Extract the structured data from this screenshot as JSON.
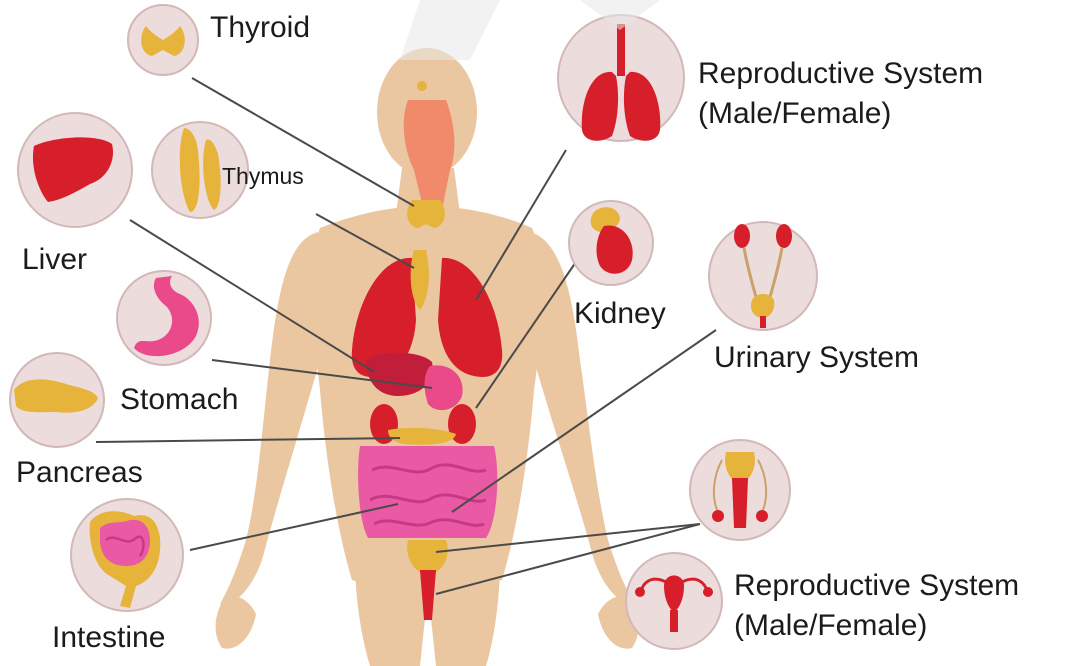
{
  "labels": {
    "thyroid": "Thyroid",
    "thymus": "Thymus",
    "liver": "Liver",
    "stomach": "Stomach",
    "pancreas": "Pancreas",
    "intestine": "Intestine",
    "kidney": "Kidney",
    "urinary": "Urinary System",
    "reproductive_top": {
      "line1": "Reproductive System",
      "line2": "(Male/Female)"
    },
    "reproductive_bottom": {
      "line1": "Reproductive System",
      "line2": "(Male/Female)"
    }
  },
  "colors": {
    "background": "#ffffff",
    "skin": "#eac7a0",
    "circle_fill": "#ecdcdc",
    "circle_stroke": "#d2b8b8",
    "connector": "#4a4a4a",
    "organ_red": "#d71f2b",
    "gland_yellow": "#e6b43a",
    "intestine_pink": "#ea5aa4",
    "stomach_pink": "#ea4a8a",
    "text": "#1b1b1b"
  },
  "icons": [
    "thyroid-icon",
    "thymus-icon",
    "liver-icon",
    "stomach-icon",
    "pancreas-icon",
    "intestine-icon",
    "lungs-icon",
    "kidney-icon",
    "urinary-system-icon",
    "male-reproductive-icon",
    "female-reproductive-icon"
  ]
}
